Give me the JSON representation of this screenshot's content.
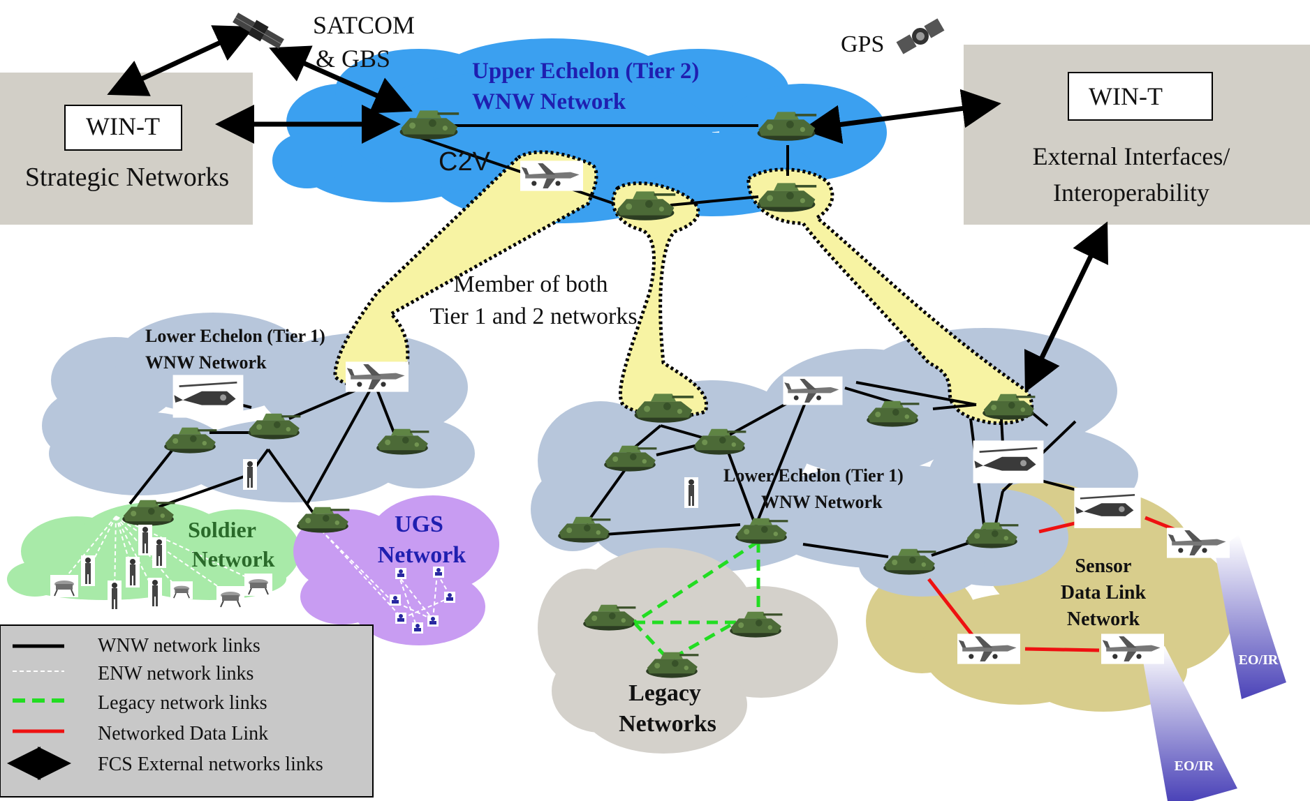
{
  "satellite_labels": {
    "satcom": "SATCOM",
    "gbs": "& GBS",
    "gps": "GPS"
  },
  "left_box": {
    "tag": "WIN-T",
    "title": "Strategic Networks"
  },
  "right_box": {
    "tag": "WIN-T",
    "line1": "External Interfaces/",
    "line2": "Interoperability"
  },
  "upper_cloud": {
    "line1": "Upper Echelon (Tier 2)",
    "line2": "WNW Network",
    "c2v": "C2V"
  },
  "member_note": {
    "line1": "Member of both",
    "line2": "Tier 1 and 2 networks"
  },
  "lower_left_cloud": {
    "line1": "Lower Echelon (Tier 1)",
    "line2": "WNW Network"
  },
  "lower_right_cloud": {
    "line1": "Lower Echelon (Tier 1)",
    "line2": "WNW Network"
  },
  "soldier_cloud": {
    "line1": "Soldier",
    "line2": "Network"
  },
  "ugs_cloud": {
    "line1": "UGS",
    "line2": "Network"
  },
  "legacy_cloud": {
    "line1": "Legacy",
    "line2": "Networks"
  },
  "sensor_cloud": {
    "line1": "Sensor",
    "line2": "Data Link",
    "line3": "Network"
  },
  "sensor_cones": [
    "EO/IR",
    "EO/IR"
  ],
  "legend": {
    "items": [
      {
        "label": "WNW network links",
        "color": "#000000",
        "style": "solid"
      },
      {
        "label": "ENW network links",
        "color": "#ffffff",
        "style": "dashed"
      },
      {
        "label": "Legacy network links",
        "color": "#22dd22",
        "style": "dashed"
      },
      {
        "label": "Networked Data Link",
        "color": "#ee1111",
        "style": "solid"
      },
      {
        "label": "FCS External networks links",
        "color": "#000000",
        "style": "double-arrow"
      }
    ]
  },
  "colors": {
    "upper_cloud": "#3ba0f0",
    "lower_cloud": "#b7c6db",
    "soldier_cloud": "#a8eaa8",
    "ugs_cloud": "#c89cf2",
    "legacy_cloud": "#d4d1cb",
    "sensor_cloud": "#d8cd8c",
    "box_gray": "#d2cfc7",
    "tier_overlap": "#f7f3a3"
  }
}
